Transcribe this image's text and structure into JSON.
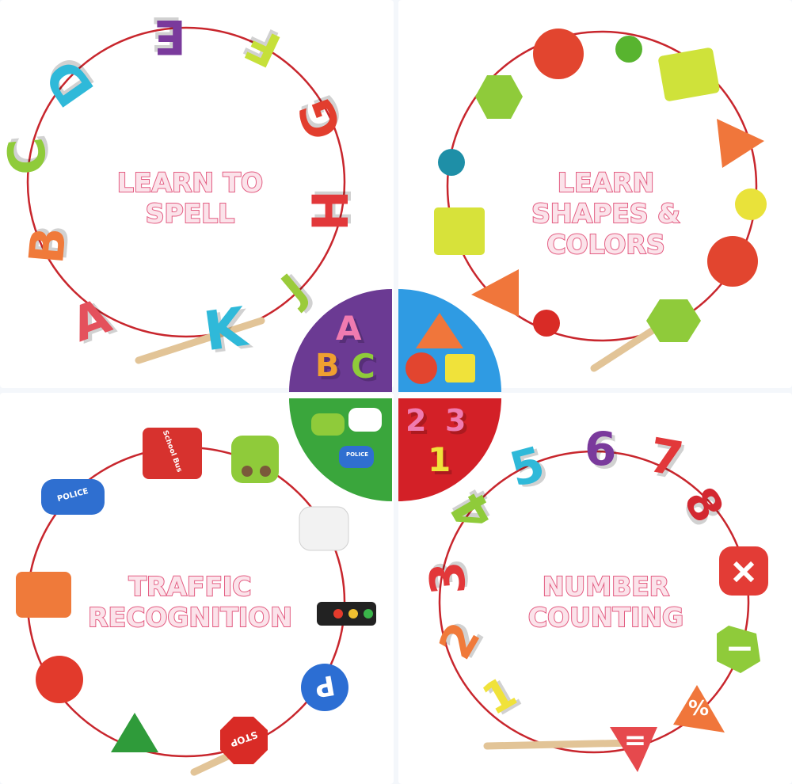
{
  "panels": {
    "spell": {
      "caption_lines": [
        "LEARN TO",
        "SPELL"
      ]
    },
    "shapes": {
      "caption_lines": [
        "LEARN",
        "SHAPES & COLORS"
      ]
    },
    "traffic": {
      "caption_lines": [
        "TRAFFIC",
        "RECOGNITION"
      ]
    },
    "numbers": {
      "caption_lines": [
        "NUMBER",
        "COUNTING"
      ]
    }
  },
  "letter_beads": [
    "A",
    "B",
    "C",
    "D",
    "E",
    "F",
    "G",
    "H",
    "K",
    "J"
  ],
  "number_beads": [
    "1",
    "2",
    "3",
    "4",
    "5",
    "6",
    "7",
    "8"
  ],
  "operator_beads": [
    "+",
    "−",
    "%",
    "="
  ],
  "vehicle_labels": {
    "police": "POLICE",
    "bus": "School Bus",
    "stop": "STOP",
    "parking": "P"
  },
  "center_badge": {
    "letters": [
      "A",
      "B",
      "C"
    ],
    "numbers": [
      "2",
      "3",
      "1"
    ],
    "police_label": "POLICE"
  },
  "colors": {
    "caption_fill": "#fbe3ea",
    "caption_stroke": "#e35d82",
    "string": "#c8262d",
    "purple": "#6b3a93",
    "blue": "#2f9be3",
    "green": "#3aa63c",
    "red": "#d32027"
  }
}
